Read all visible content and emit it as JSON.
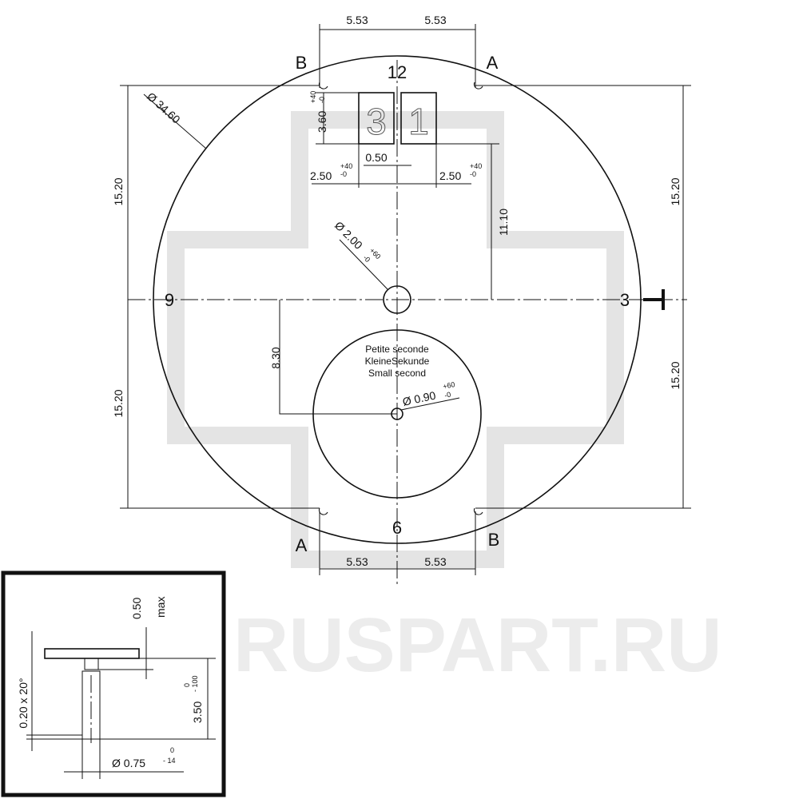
{
  "watermark": {
    "text": "RUSPART.RU"
  },
  "dial": {
    "diameter": "Ø 34.60",
    "hours": {
      "h12": "12",
      "h3": "3",
      "h6": "6",
      "h9": "9"
    },
    "window_digits": [
      "3",
      "1"
    ],
    "markers": {
      "top_left": "B",
      "top_right": "A",
      "bottom_left": "A",
      "bottom_right": "B"
    }
  },
  "dimensions": {
    "top_left": "5.53",
    "top_right": "5.53",
    "bottom_left": "5.53",
    "bottom_right": "5.53",
    "left_upper": "15.20",
    "left_lower": "15.20",
    "right_upper": "15.20",
    "right_lower": "15.20",
    "window_height": "3.60",
    "window_height_tol_plus": "+40",
    "window_height_tol_minus": "-0",
    "window_gap": "0.50",
    "window_width_left": "2.50",
    "window_width_right": "2.50",
    "window_width_tol_plus": "+40",
    "window_width_tol_minus": "-0",
    "window_offset": "11.10",
    "center_hole": "Ø 2.00",
    "center_hole_tol_plus": "+60",
    "center_hole_tol_minus": "-0",
    "subdial_offset": "8.30",
    "subdial_hole": "Ø 0.90",
    "subdial_hole_tol_plus": "+60",
    "subdial_hole_tol_minus": "-0"
  },
  "subdial": {
    "labels": [
      "Petite seconde",
      "KleineSekunde",
      "Small second"
    ]
  },
  "detail": {
    "head_thickness": "0.50",
    "head_thickness_note": "max",
    "chamfer": "0.20 x 20°",
    "foot_length": "3.50",
    "foot_length_tol_upper": "0",
    "foot_length_tol_lower": "- 100",
    "foot_diameter": "Ø 0.75",
    "foot_diameter_tol_upper": "0",
    "foot_diameter_tol_lower": "- 14"
  }
}
